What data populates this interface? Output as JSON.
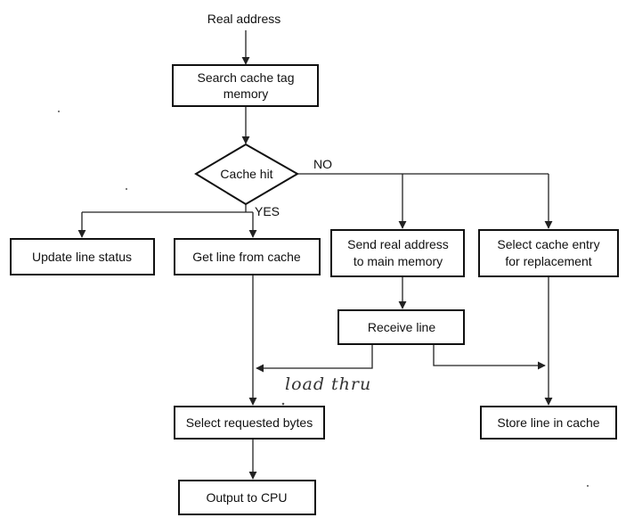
{
  "diagram": {
    "input_label": "Real address",
    "nodes": {
      "search_tag": {
        "line1": "Search cache tag",
        "line2": "memory"
      },
      "cache_hit": {
        "label": "Cache hit"
      },
      "update_status": {
        "label": "Update line status"
      },
      "get_line": {
        "label": "Get line from cache"
      },
      "send_address": {
        "line1": "Send real address",
        "line2": "to main memory"
      },
      "select_entry": {
        "line1": "Select cache entry",
        "line2": "for replacement"
      },
      "receive_line": {
        "label": "Receive line"
      },
      "select_bytes": {
        "label": "Select requested bytes"
      },
      "store_line": {
        "label": "Store line in cache"
      },
      "output_cpu": {
        "label": "Output to CPU"
      }
    },
    "edge_labels": {
      "no": "NO",
      "yes": "YES",
      "load_thru": "load thru"
    }
  }
}
